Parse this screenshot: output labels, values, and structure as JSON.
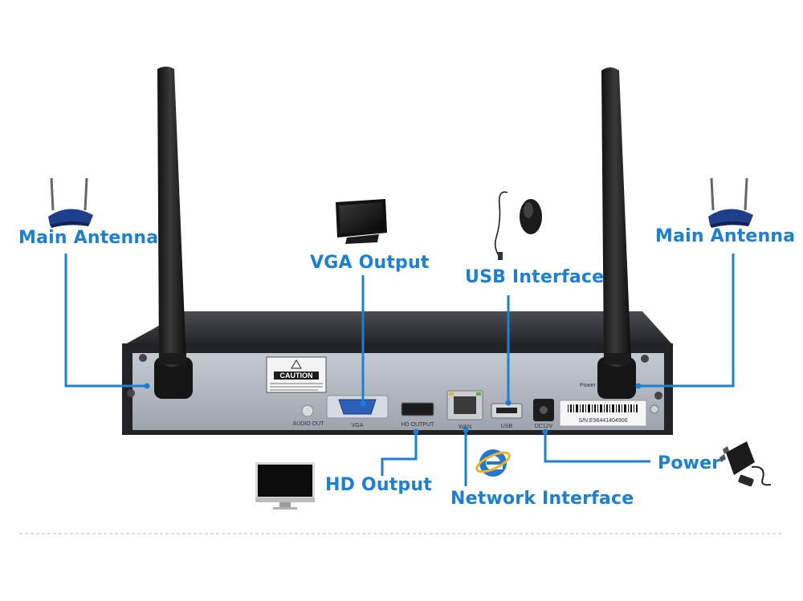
{
  "labels": {
    "main_antenna_left": "Main Antenna",
    "main_antenna_right": "Main Antenna",
    "vga_output": "VGA Output",
    "usb_interface": "USB Interface",
    "hd_output": "HD Output",
    "network_interface": "Network Interface",
    "power": "Power"
  },
  "device": {
    "caution_text": "CAUTION",
    "audio_out": "AUDIO OUT",
    "vga": "VGA",
    "hd_output": "HD OUTPUT",
    "wan": "WAN",
    "usb": "USB",
    "dc12v": "DC12V",
    "power_label": "Power",
    "serial": "S/N:E96441404906"
  },
  "icons": [
    "router-icon",
    "tv-icon",
    "mouse-icon",
    "monitor-icon",
    "browser-icon",
    "power-adapter-icon"
  ],
  "colors": {
    "label_blue": "#1a7fd6",
    "line_blue": "#1a7fd6",
    "device_body": "#2e2f33",
    "panel": "#b4b9c1"
  }
}
